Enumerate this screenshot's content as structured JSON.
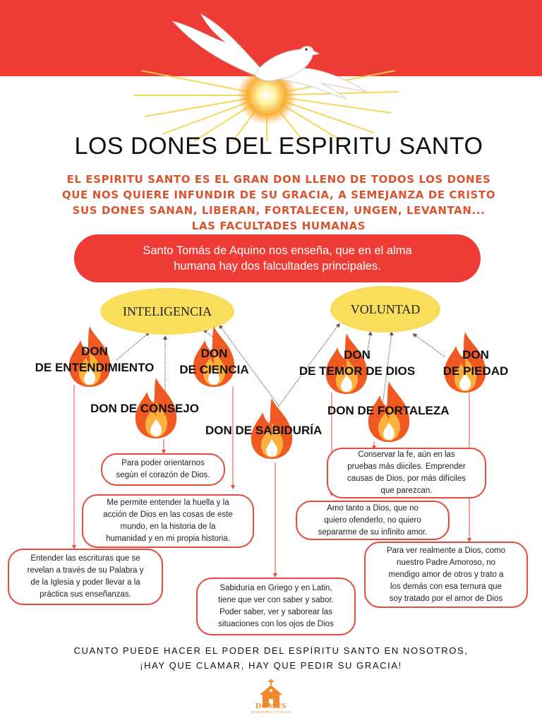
{
  "header": {
    "title": "LOS DONES DEL ESPIRITU SANTO",
    "subtitle_lines": [
      "EL ESPIRITU SANTO ES EL GRAN DON LLENO DE TODOS LOS DONES",
      "QUE NOS QUIERE INFUNDIR DE SU GRACIA, A SEMEJANZA DE CRISTO",
      "SUS DONES SANAN, LIBERAN, FORTALECEN, UNGEN, LEVANTAN...",
      "LAS FACULTADES HUMANAS"
    ]
  },
  "banner": {
    "line1": "Santo Tomás de Aquino nos enseña, que en el alma",
    "line2": "humana hay dos falcultades principales."
  },
  "faculties": {
    "intelligence": "INTELIGENCIA",
    "will": "VOLUNTAD"
  },
  "gifts": {
    "entendimiento": {
      "line1": "DON",
      "line2": "DE ENTENDIMIENTO"
    },
    "ciencia": {
      "line1": "DON",
      "line2": "DE CIENCIA"
    },
    "consejo": "DON DE CONSEJO",
    "sabiduria": "DON DE SABIDURÍA",
    "temor": {
      "line1": "DON",
      "line2": "DE TEMOR DE DIOS"
    },
    "piedad": {
      "line1": "DON",
      "line2": "DE PIEDAD"
    },
    "fortaleza": "DON DE FORTALEZA"
  },
  "descriptions": {
    "consejo": [
      "Para poder orientarnos",
      "según el corazón de Dios."
    ],
    "ciencia": [
      "Me permite entender la huella y la",
      "acción de Dios en las cosas de este",
      "mundo, en la historia de la",
      "humanidad y en mi propia historia."
    ],
    "entendimiento": [
      "Entender las escrituras que se",
      "revelan a través de su Palabra y",
      "de la Iglesia y poder llevar a la",
      "práctica sus enseñanzas."
    ],
    "sabiduria": [
      "Sabiduría en Griego y en Latin,",
      "tiene que ver con saber y sabor.",
      "Poder saber, ver y saborear las",
      "situaciones con los ojos de Dios"
    ],
    "fortaleza": [
      "Conservar la fe, aún en las",
      "pruebas más diiciles. Emprender",
      "causas de Dios, por más difíciles",
      "que parezcan."
    ],
    "temor": [
      "Amo tanto a Dios, que no",
      "quiero ofenderlo, no quiero",
      "separarme de su infinito amor."
    ],
    "piedad": [
      "Para ver realmente a Dios, como",
      "nuestro Padre Amoroso, no",
      "mendigo amor de otros y trato a",
      "los demás con esa ternura que",
      "soy tratado por el amor de Dios"
    ]
  },
  "footer": {
    "line1": "CUANTO PUEDE HACER EL PODER DEL ESPÍRITU SANTO EN NOSOTROS,",
    "line2": "¡HAY QUE CLAMAR, HAY QUE PEDIR SU GRACIA!"
  },
  "logo": {
    "name": "DOMUS",
    "tagline": "MINISTERIO CATOLICO"
  },
  "colors": {
    "red": "#ef3b36",
    "yellow": "#f8de5b",
    "orange_text": "#d9542f",
    "flame_outer": "#f05a22",
    "flame_inner": "#fbb13c"
  }
}
